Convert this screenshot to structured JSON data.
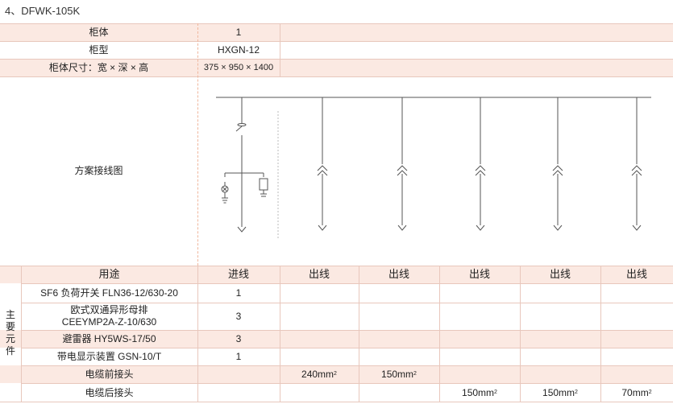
{
  "heading": "4、DFWK-105K",
  "info_rows": [
    {
      "label": "柜体",
      "value": "1"
    },
    {
      "label": "柜型",
      "value": "HXGN-12"
    },
    {
      "label": "柜体尺寸：宽 × 深 × 高",
      "value": "375 × 950 × 1400"
    }
  ],
  "scheme_label": "方案接线图",
  "side_label": "主要元件",
  "usage": {
    "label": "用途",
    "columns": [
      "进线",
      "出线",
      "出线",
      "出线",
      "出线",
      "出线"
    ]
  },
  "components": [
    {
      "name_lines": [
        "SF6 负荷开关 FLN36-12/630-20"
      ],
      "values": [
        "1",
        "",
        "",
        "",
        "",
        ""
      ]
    },
    {
      "name_lines": [
        "欧式双通异形母排",
        "CEEYMP2A-Z-10/630"
      ],
      "values": [
        "3",
        "",
        "",
        "",
        "",
        ""
      ]
    },
    {
      "name_lines": [
        "避雷器  HY5WS-17/50"
      ],
      "values": [
        "3",
        "",
        "",
        "",
        "",
        ""
      ]
    },
    {
      "name_lines": [
        "带电显示装置  GSN-10/T"
      ],
      "values": [
        "1",
        "",
        "",
        "",
        "",
        ""
      ]
    },
    {
      "name_lines": [
        "电缆前接头"
      ],
      "values": [
        "",
        "240mm",
        "150mm",
        "",
        "",
        ""
      ]
    },
    {
      "name_lines": [
        "电缆后接头"
      ],
      "values": [
        "",
        "",
        "",
        "150mm",
        "150mm",
        "70mm"
      ]
    }
  ],
  "unit_exponent": "2",
  "colors": {
    "grid": "#e8c7bc",
    "band": "#fbe9e2",
    "diagram_line": "#555555"
  }
}
